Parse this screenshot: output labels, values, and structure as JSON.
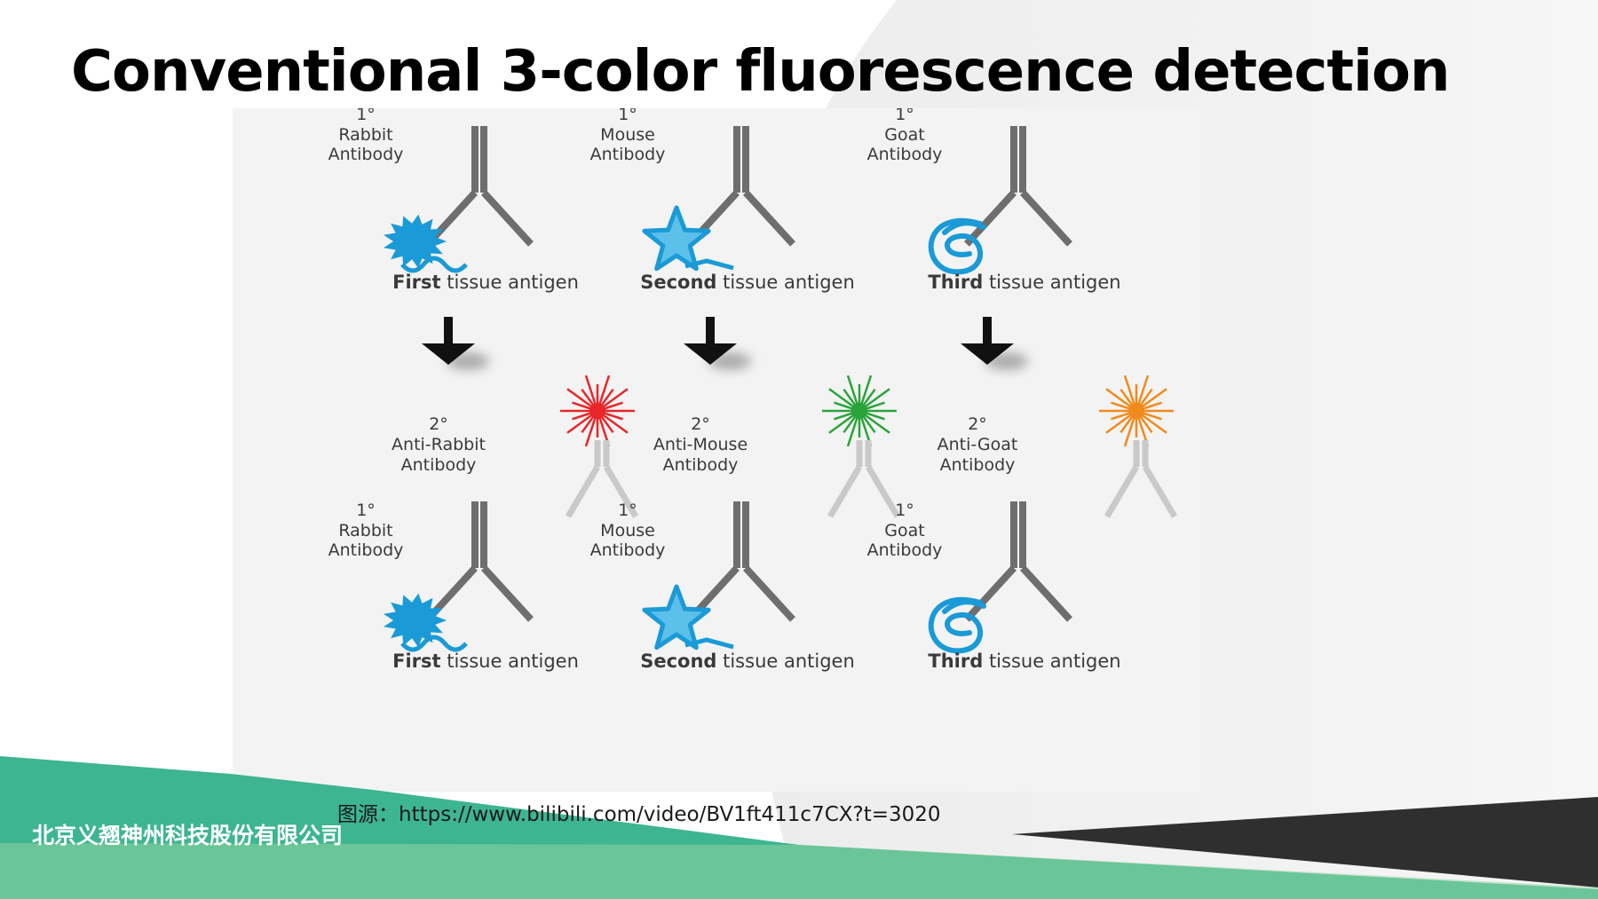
{
  "title": "Conventional 3-color fluorescence detection",
  "columns": [
    {
      "primary_mark": "1°",
      "primary_host": "Rabbit",
      "primary_word": "Antibody",
      "antigen_bold": "First",
      "antigen_rest": " tissue antigen",
      "secondary_mark": "2°",
      "secondary_name": "Anti-Rabbit",
      "secondary_word": "Antibody",
      "antigen_shape": "blob",
      "fluor_color": "#e8262a"
    },
    {
      "primary_mark": "1°",
      "primary_host": "Mouse",
      "primary_word": "Antibody",
      "antigen_bold": "Second",
      "antigen_rest": " tissue antigen",
      "secondary_mark": "2°",
      "secondary_name": "Anti-Mouse",
      "secondary_word": "Antibody",
      "antigen_shape": "star",
      "fluor_color": "#2aa33a"
    },
    {
      "primary_mark": "1°",
      "primary_host": "Goat",
      "primary_word": "Antibody",
      "antigen_bold": "Third",
      "antigen_rest": " tissue antigen",
      "secondary_mark": "2°",
      "secondary_name": "Anti-Goat",
      "secondary_word": "Antibody",
      "antigen_shape": "swirl",
      "fluor_color": "#f08a1c"
    }
  ],
  "source": "图源：https://www.bilibili.com/video/BV1ft411c7CX?t=3020",
  "company": "北京义翘神州科技股份有限公司",
  "colors": {
    "antigen": "#1a9ad6",
    "antibody_primary": "#6e6e6e",
    "antibody_secondary": "#c9c9c9",
    "footer_green": "#3db590",
    "footer_dark": "#2f2f2f"
  }
}
